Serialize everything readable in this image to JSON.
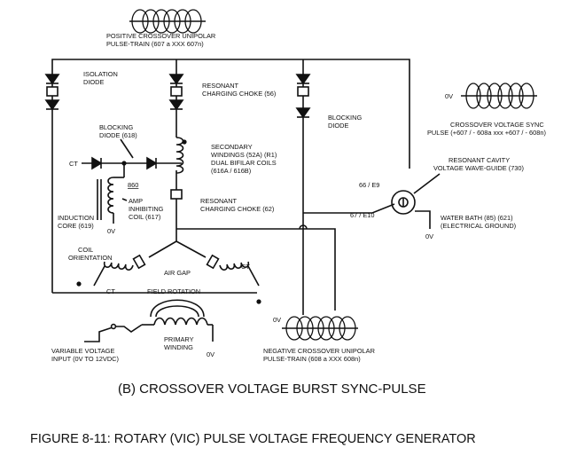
{
  "labels": {
    "positive_pulse_1": "POSITIVE CROSSOVER UNIPOLAR",
    "positive_pulse_2": "PULSE-TRAIN (607 a XXX 607n)",
    "isolation_diode_1": "ISOLATION",
    "isolation_diode_2": "DIODE",
    "resonant_choke_top_1": "RESONANT",
    "resonant_choke_top_2": "CHARGING CHOKE (56)",
    "blocking_diode_right_1": "BLOCKING",
    "blocking_diode_right_2": "DIODE",
    "blocking_diode_left_1": "BLOCKING",
    "blocking_diode_left_2": "DIODE (618)",
    "ct": "CT",
    "secondary_1": "SECONDARY",
    "secondary_2": "WINDINGS (52A) (R1)",
    "secondary_3": "DUAL BIFILAR COILS",
    "secondary_4": "(616A / 616B)",
    "n860": "860",
    "amp_inhibit_1": "AMP",
    "amp_inhibit_2": "INHIBITING",
    "amp_inhibit_3": "COIL (617)",
    "resonant_choke_mid_1": "RESONANT",
    "resonant_choke_mid_2": "CHARGING CHOKE (62)",
    "induction_core_1": "INDUCTION",
    "induction_core_2": "CORE (619)",
    "zero_v": "0V",
    "coil_orientation_1": "COIL",
    "coil_orientation_2": "ORIENTATION",
    "air_gap": "AIR GAP",
    "field_rotation": "FIELD ROTATION",
    "primary_winding_1": "PRIMARY",
    "primary_winding_2": "WINDING",
    "variable_voltage_1": "VARIABLE VOLTAGE",
    "variable_voltage_2": "INPUT (0V TO  12VDC)",
    "negative_pulse_1": "NEGATIVE CROSSOVER UNIPOLAR",
    "negative_pulse_2": "PULSE-TRAIN (608 a XXX 608n)",
    "crossover_sync_1": "CROSSOVER VOLTAGE SYNC",
    "crossover_sync_2": "PULSE (+607 / - 608a xxx +607 / - 608n)",
    "cavity_1": "RESONANT CAVITY",
    "cavity_2": "VOLTAGE WAVE-GUIDE (730)",
    "e9": "66 / E9",
    "e10": "67 / E10",
    "water_bath_1": "WATER BATH (85) (621)",
    "water_bath_2": "(ELECTRICAL GROUND)",
    "subtitle": "(B) CROSSOVER VOLTAGE BURST SYNC-PULSE",
    "figure_title": "FIGURE 8-11: ROTARY (VIC) PULSE VOLTAGE FREQUENCY GENERATOR"
  }
}
